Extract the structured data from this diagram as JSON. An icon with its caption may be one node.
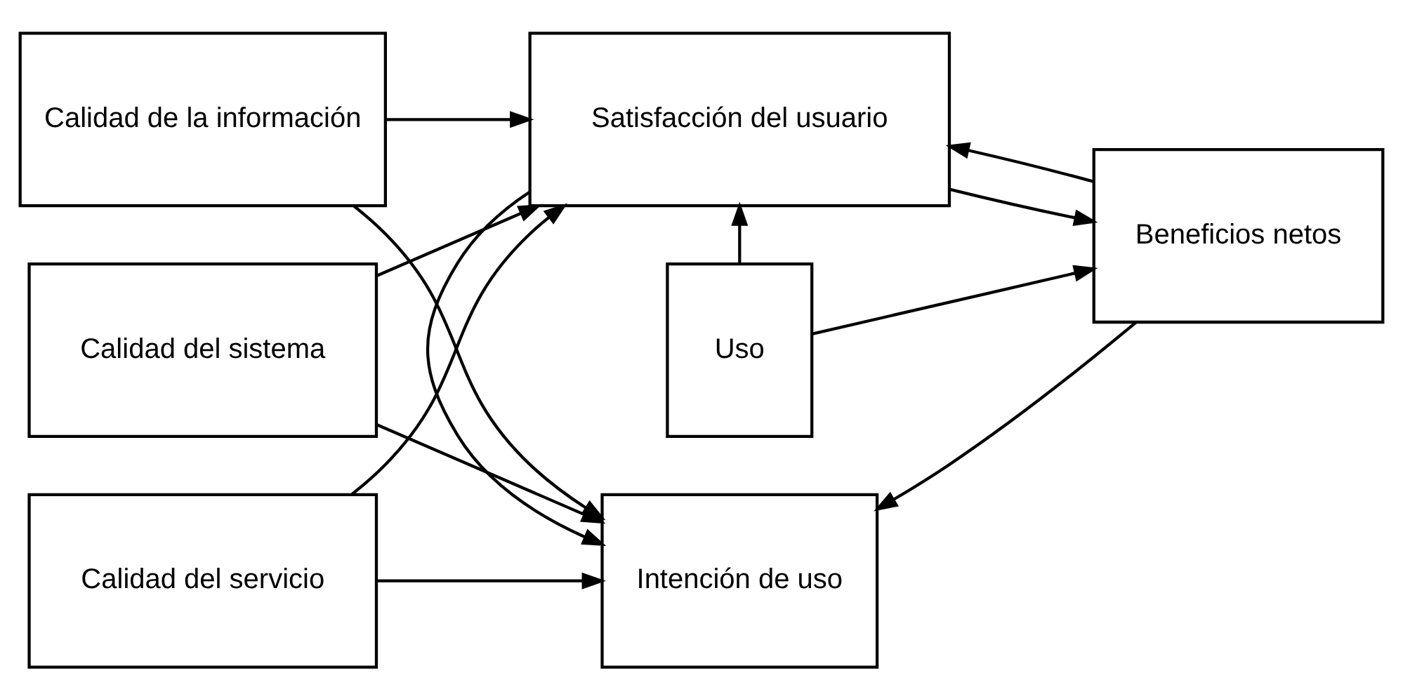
{
  "diagram": {
    "nodes": [
      {
        "text": [
          "Calidad de la información"
        ]
      },
      {
        "text": [
          "Calidad del sistema"
        ]
      },
      {
        "text": [
          "Calidad del servicio"
        ]
      },
      {
        "text": [
          "Intención de uso"
        ]
      },
      {
        "text": [
          "Uso"
        ]
      },
      {
        "text": [
          "Satisfacción del usuario"
        ]
      },
      {
        "text": [
          "Beneficios netos"
        ]
      }
    ],
    "edges": [
      {
        "from": 0,
        "to": 3,
        "arrow": "to"
      },
      {
        "from": 0,
        "to": 5,
        "arrow": "to"
      },
      {
        "from": 1,
        "to": 3,
        "arrow": "to"
      },
      {
        "from": 1,
        "to": 5,
        "arrow": "to"
      },
      {
        "from": 2,
        "to": 3,
        "arrow": "to"
      },
      {
        "from": 2,
        "to": 5,
        "arrow": "to"
      },
      {
        "from": 5,
        "to": 3,
        "arrow": "to"
      },
      {
        "from": 4,
        "to": 5,
        "arrow": "to"
      },
      {
        "from": 4,
        "to": 6,
        "arrow": "to"
      },
      {
        "from": 5,
        "to": 6,
        "arrow": "to"
      },
      {
        "from": 6,
        "to": 3,
        "arrow": "to"
      },
      {
        "from": 6,
        "to": 5,
        "arrow": "to"
      }
    ]
  }
}
